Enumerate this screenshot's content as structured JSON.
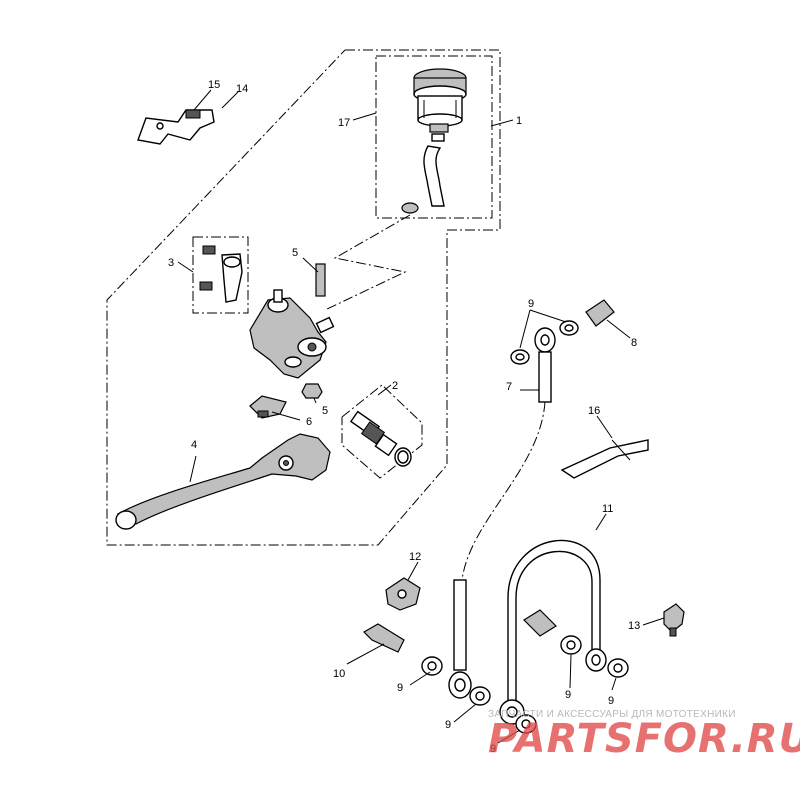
{
  "labels": {
    "l1": "1",
    "l2": "2",
    "l3": "3",
    "l4": "4",
    "l5a": "5",
    "l5b": "5",
    "l6": "6",
    "l7": "7",
    "l8": "8",
    "l9a": "9",
    "l9b": "9",
    "l9c": "9",
    "l9d": "9",
    "l9e": "9",
    "l9f": "9",
    "l10": "10",
    "l11": "11",
    "l12": "12",
    "l13": "13",
    "l14": "14",
    "l15": "15",
    "l16": "16",
    "l17": "17"
  },
  "watermark": {
    "tagline": "ЗАПЧАСТИ И АКСЕССУАРЫ ДЛЯ МОТОТЕХНИКИ",
    "logo": "PARTSFOR.RU"
  },
  "colors": {
    "ink": "#000000",
    "part_shade": "#bfbfbf",
    "watermark_red": "#e14848",
    "watermark_grey": "#b8b8b8"
  }
}
